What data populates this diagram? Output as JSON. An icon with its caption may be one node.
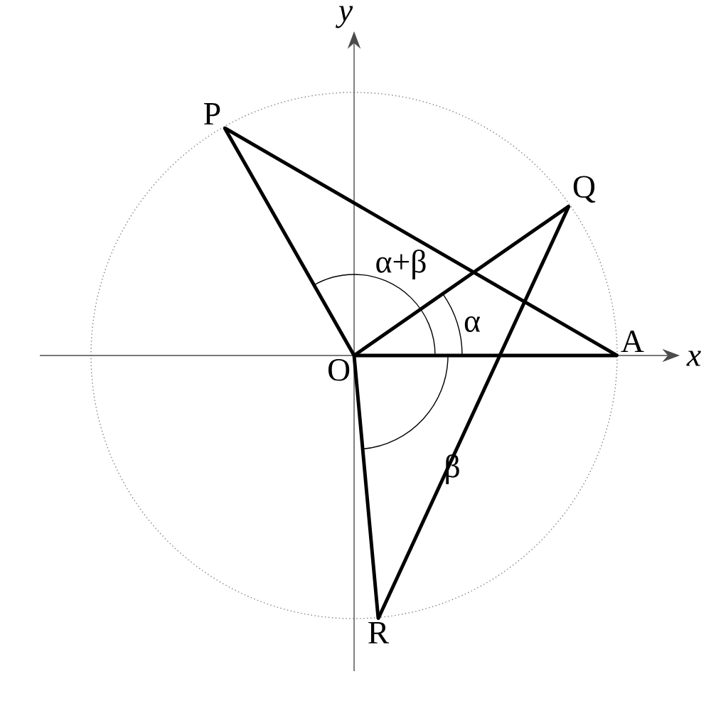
{
  "diagram": {
    "nodes": [
      {
        "text": [
          "O"
        ]
      },
      {
        "text": [
          "A"
        ]
      },
      {
        "text": [
          "P"
        ]
      },
      {
        "text": [
          "Q"
        ]
      },
      {
        "text": [
          "R"
        ]
      }
    ],
    "edges": [
      {
        "from": 0,
        "to": 1,
        "arrow": "none"
      },
      {
        "from": 0,
        "to": 2,
        "arrow": "none"
      },
      {
        "from": 0,
        "to": 3,
        "arrow": "none"
      },
      {
        "from": 0,
        "to": 4,
        "arrow": "none"
      },
      {
        "from": 2,
        "to": 1,
        "arrow": "none"
      },
      {
        "from": 3,
        "to": 4,
        "arrow": "none"
      }
    ],
    "labels": [
      "y",
      "α+β",
      "α",
      "x",
      "β"
    ]
  }
}
